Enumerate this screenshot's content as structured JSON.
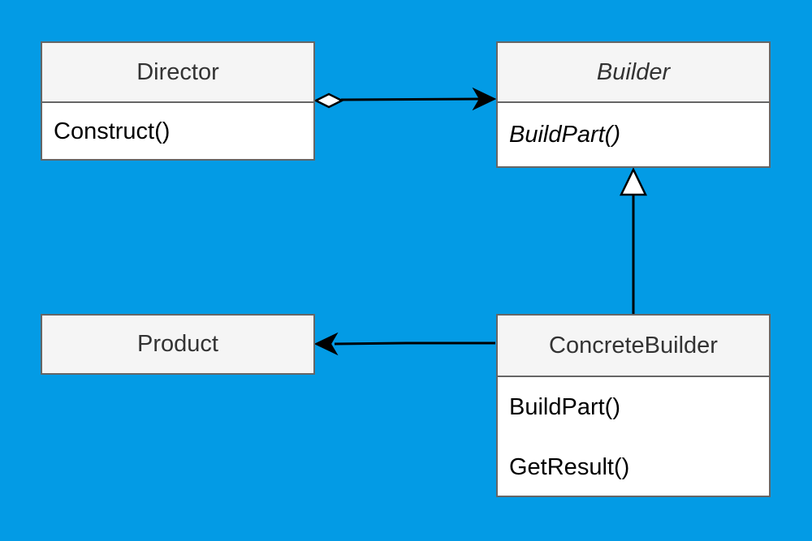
{
  "diagram": {
    "classes": {
      "director": {
        "name": "Director",
        "operations": [
          "Construct()"
        ]
      },
      "builder": {
        "name": "Builder",
        "operations": [
          "BuildPart()"
        ],
        "abstract": true
      },
      "product": {
        "name": "Product",
        "operations": []
      },
      "concrete_builder": {
        "name": "ConcreteBuilder",
        "operations": [
          "BuildPart()",
          "GetResult()"
        ]
      }
    },
    "relations": [
      {
        "from": "Director",
        "to": "Builder",
        "type": "aggregation"
      },
      {
        "from": "ConcreteBuilder",
        "to": "Builder",
        "type": "generalization"
      },
      {
        "from": "ConcreteBuilder",
        "to": "Product",
        "type": "association"
      }
    ]
  },
  "colors": {
    "background": "#039be5",
    "header_fill": "#f5f5f5",
    "body_fill": "#ffffff",
    "border": "#666666",
    "connector": "#000000"
  }
}
